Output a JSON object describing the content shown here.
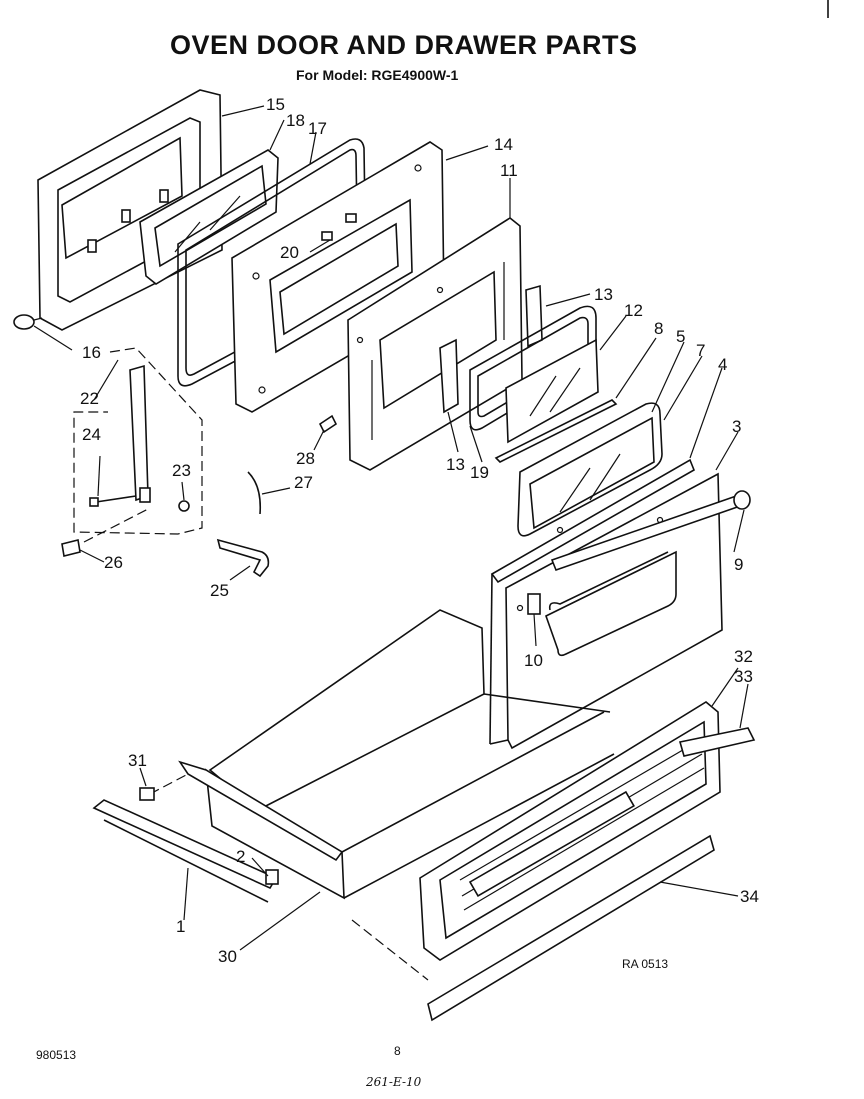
{
  "header": {
    "title": "OVEN DOOR AND DRAWER PARTS",
    "model": "For Model: RGE4900W-1"
  },
  "footer": {
    "doc_number": "980513",
    "page_number": "8",
    "drawing_ref": "RA 0513",
    "handwritten": "261-E-10"
  },
  "callouts": {
    "c1": "1",
    "c2": "2",
    "c3": "3",
    "c4": "4",
    "c5": "5",
    "c7": "7",
    "c8": "8",
    "c9": "9",
    "c10": "10",
    "c11": "11",
    "c12": "12",
    "c13a": "13",
    "c13b": "13",
    "c14": "14",
    "c15": "15",
    "c16": "16",
    "c17": "17",
    "c18": "18",
    "c19": "19",
    "c20": "20",
    "c22": "22",
    "c23": "23",
    "c24": "24",
    "c25": "25",
    "c26": "26",
    "c27": "27",
    "c28": "28",
    "c30": "30",
    "c31": "31",
    "c32": "32",
    "c33": "33",
    "c34": "34"
  }
}
